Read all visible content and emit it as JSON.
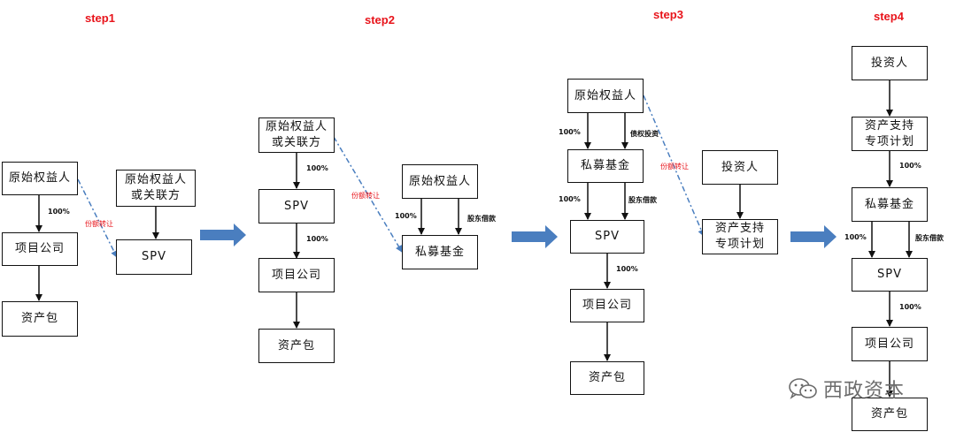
{
  "steps": {
    "s1": {
      "title": "step1"
    },
    "s2": {
      "title": "step2"
    },
    "s3": {
      "title": "step3"
    },
    "s4": {
      "title": "step4"
    }
  },
  "boxes": {
    "s1_a": "原始权益人",
    "s1_b": "项目公司",
    "s1_c": "资产包",
    "s1_d": "原始权益人\n或关联方",
    "s1_e": "SPV",
    "s2_a": "原始权益人\n或关联方",
    "s2_b": "SPV",
    "s2_c": "项目公司",
    "s2_d": "资产包",
    "s2_e": "原始权益人",
    "s2_f": "私募基金",
    "s3_a": "原始权益人",
    "s3_b": "私募基金",
    "s3_c": "SPV",
    "s3_d": "项目公司",
    "s3_e": "资产包",
    "s3_f": "投资人",
    "s3_g": "资产支持\n专项计划",
    "s4_a": "投资人",
    "s4_b": "资产支持\n专项计划",
    "s4_c": "私募基金",
    "s4_d": "SPV",
    "s4_e": "项目公司",
    "s4_f": "资产包"
  },
  "labels": {
    "pct": "100%",
    "transfer": "份额转让",
    "loan": "股东借款",
    "debt": "债权投资"
  },
  "watermark": {
    "text": "西政资本",
    "icon": "wechat-icon"
  },
  "colors": {
    "step": "#e8141b",
    "flow_arrow": "#4a7ebf",
    "dash": "#4a7ebf"
  }
}
